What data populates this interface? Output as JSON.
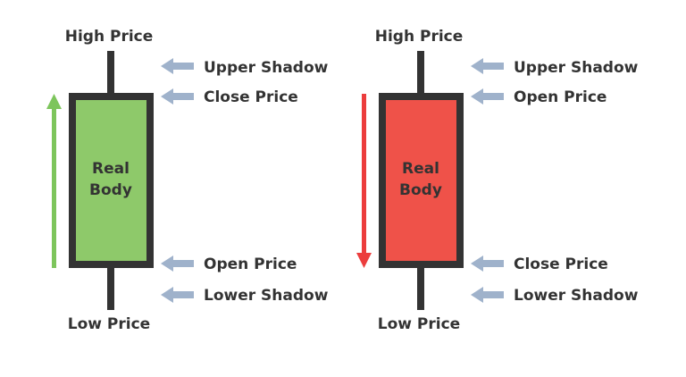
{
  "colors": {
    "outline": "#333333",
    "bullish_fill": "#8ec96a",
    "bearish_fill": "#ef5249",
    "bullish_arrow": "#7dc55c",
    "bearish_arrow": "#ec3d3d",
    "pointer_arrow": "#9fb2cb"
  },
  "bullish": {
    "direction": "up",
    "high_label": "High Price",
    "low_label": "Low Price",
    "body_line1": "Real",
    "body_line2": "Body",
    "labels": [
      "Upper Shadow",
      "Close Price",
      "Open Price",
      "Lower Shadow"
    ]
  },
  "bearish": {
    "direction": "down",
    "high_label": "High Price",
    "low_label": "Low Price",
    "body_line1": "Real",
    "body_line2": "Body",
    "labels": [
      "Upper Shadow",
      "Open Price",
      "Close Price",
      "Lower Shadow"
    ]
  }
}
